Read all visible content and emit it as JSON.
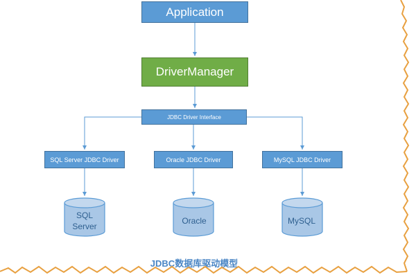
{
  "diagram": {
    "nodes": {
      "application": "Application",
      "driver_manager": "DriverManager",
      "jdbc_interface": "JDBC Driver Interface",
      "sqlserver_driver": "SQL Server JDBC Driver",
      "oracle_driver": "Oracle JDBC Driver",
      "mysql_driver": "MySQL JDBC Driver"
    },
    "databases": {
      "sqlserver": "SQL Server",
      "oracle": "Oracle",
      "mysql": "MySQL"
    },
    "caption": "JDBC数据库驱动模型"
  },
  "colors": {
    "node_blue": "#5b9bd5",
    "node_green": "#70ad47",
    "connector": "#5b9bd5",
    "cylinder": "#a9c7e6",
    "caption": "#4a86c5",
    "torn_edge": "#e8a040"
  }
}
